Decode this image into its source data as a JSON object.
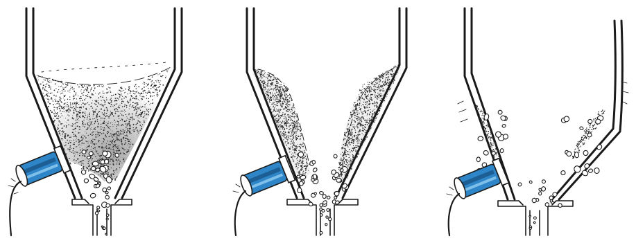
{
  "figure": {
    "panels": [
      {
        "id": "panel-1",
        "state": "full-hopper-material-flowing"
      },
      {
        "id": "panel-2",
        "state": "bridging-material-on-walls"
      },
      {
        "id": "panel-3",
        "state": "nearly-empty-residual-lumps"
      }
    ],
    "colors": {
      "ink": "#1a1a1a",
      "powder": "#2a2a2a",
      "vibrator_blue": "#2e86c8",
      "vibrator_dark": "#1d5f94",
      "background": "#ffffff"
    },
    "icons": [
      "hopper-icon",
      "vibrator-icon",
      "cable-icon",
      "powder-icon"
    ]
  }
}
